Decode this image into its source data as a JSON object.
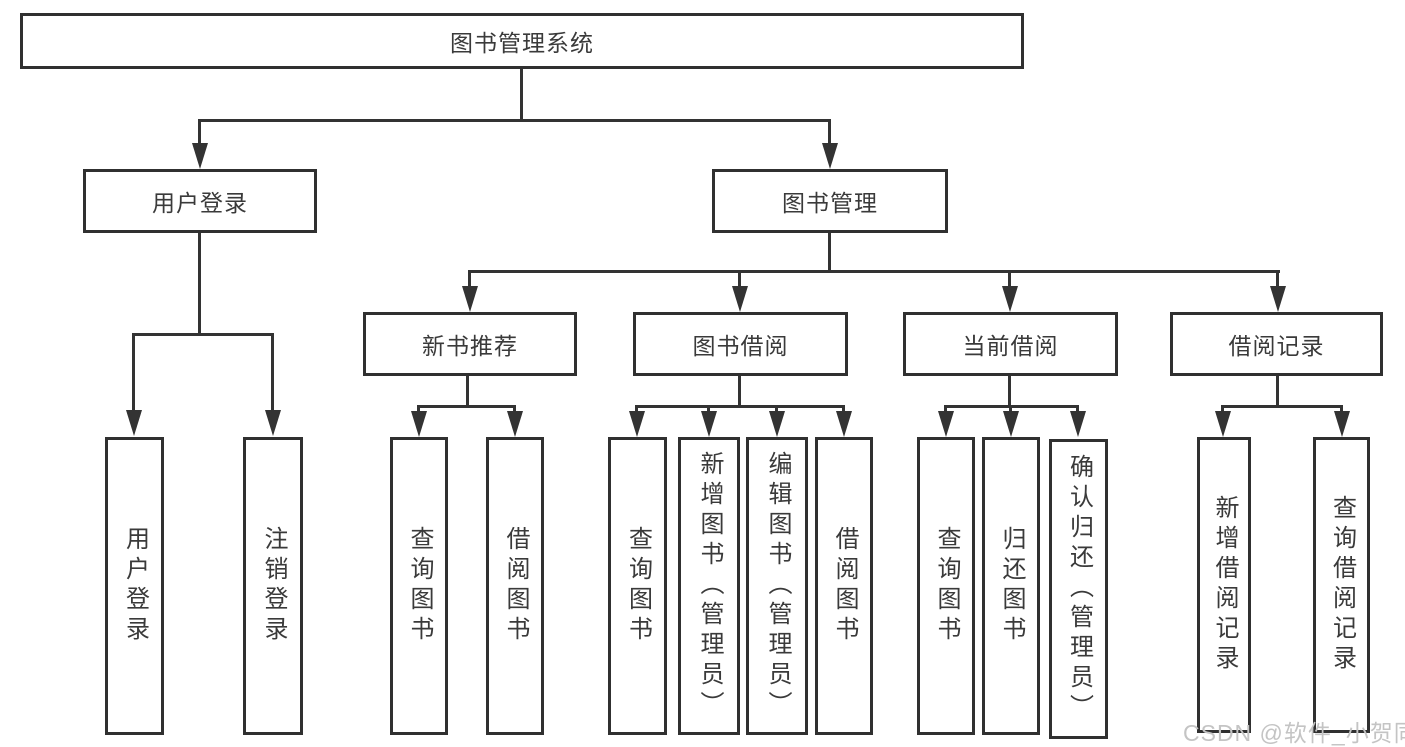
{
  "diagram_type": "hierarchy-tree",
  "colors": {
    "line": "#333333",
    "text": "#3a3a3a",
    "box_border": "#303030",
    "background": "#ffffff",
    "watermark": "#c4c4c4"
  },
  "watermark": "CSDN @软件_小贺同学",
  "nodes": {
    "root": "图书管理系统",
    "user_login": "用户登录",
    "book_mgmt": "图书管理",
    "new_book_rec": "新书推荐",
    "book_borrow": "图书借阅",
    "current_borrow": "当前借阅",
    "borrow_record": "借阅记录",
    "ul_user_login": "用户登录",
    "ul_logout": "注销登录",
    "nr_query_book": "查询图书",
    "nr_borrow_book": "借阅图书",
    "bb_query_book": "查询图书",
    "bb_add_book": "新增图书（管理员）",
    "bb_edit_book": "编辑图书（管理员）",
    "bb_borrow_book": "借阅图书",
    "cb_query_book": "查询图书",
    "cb_return_book": "归还图书",
    "cb_confirm_return": "确认归还（管理员）",
    "br_add_record": "新增借阅记录",
    "br_query_record": "查询借阅记录"
  },
  "tree": {
    "label": "图书管理系统",
    "children": [
      {
        "label": "用户登录",
        "children": [
          {
            "label": "用户登录"
          },
          {
            "label": "注销登录"
          }
        ]
      },
      {
        "label": "图书管理",
        "children": [
          {
            "label": "新书推荐",
            "children": [
              {
                "label": "查询图书"
              },
              {
                "label": "借阅图书"
              }
            ]
          },
          {
            "label": "图书借阅",
            "children": [
              {
                "label": "查询图书"
              },
              {
                "label": "新增图书（管理员）"
              },
              {
                "label": "编辑图书（管理员）"
              },
              {
                "label": "借阅图书"
              }
            ]
          },
          {
            "label": "当前借阅",
            "children": [
              {
                "label": "查询图书"
              },
              {
                "label": "归还图书"
              },
              {
                "label": "确认归还（管理员）"
              }
            ]
          },
          {
            "label": "借阅记录",
            "children": [
              {
                "label": "新增借阅记录"
              },
              {
                "label": "查询借阅记录"
              }
            ]
          }
        ]
      }
    ]
  }
}
